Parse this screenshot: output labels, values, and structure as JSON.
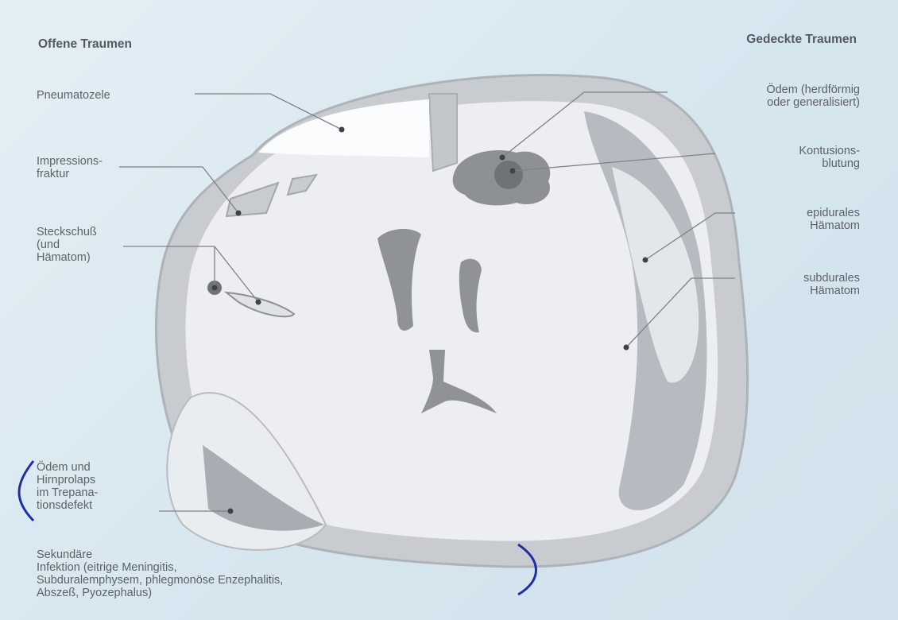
{
  "headers": {
    "left": "Offene Traumen",
    "right": "Gedeckte Traumen"
  },
  "labels": {
    "pneumatozele": "Pneumatozele",
    "impressionsfraktur": "Impressions-\nfraktur",
    "steckschuss": "Steckschuß\n(und\nHämatom)",
    "oedem_hirnprolaps": "Ödem und\nHirnprolaps\nim Trepana-\ntionsdefekt",
    "sekundaere_infektion": "Sekundäre\nInfektion (eitrige Meningitis,\nSubduralemphysem, phlegmonöse Enzephalitis,\nAbszeß, Pyozephalus)",
    "oedem_herdfoermig": "Ödem (herdförmig\noder generalisiert)",
    "kontusionsblutung": "Kontusions-\nblutung",
    "epidurales_haematom": "epidurales\nHämatom",
    "subdurales_haematom": "subdurales\nHämatom"
  },
  "colors": {
    "skull": "#c9cdd2",
    "brain": "#eef0f2",
    "hematoma": "#b8bcc2",
    "ventricle": "#8f9398",
    "lesion": "#6f7378",
    "bracket": "#1c2ea8"
  }
}
